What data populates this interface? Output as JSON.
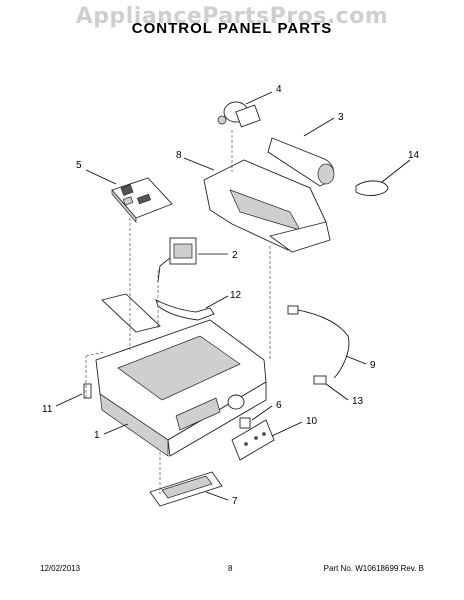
{
  "watermark": "AppliancePartsPros.com",
  "title": "CONTROL PANEL PARTS",
  "callouts": {
    "p1": "1",
    "p2": "2",
    "p3": "3",
    "p4": "4",
    "p5": "5",
    "p6": "6",
    "p7": "7",
    "p8": "8",
    "p9": "9",
    "p10": "10",
    "p11": "11",
    "p12": "12",
    "p13": "13",
    "p14": "14"
  },
  "footer": {
    "date": "12/02/2013",
    "page": "8",
    "part_no": "Part No. W10618699  Rev. B"
  }
}
